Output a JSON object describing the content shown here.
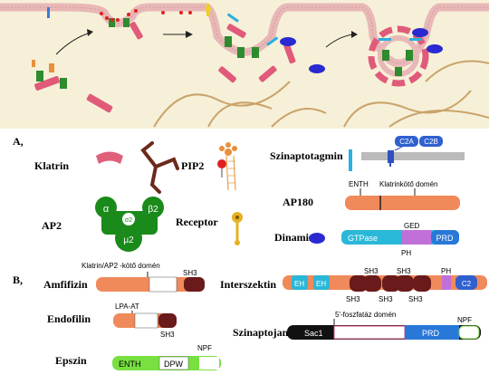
{
  "panel_letters": {
    "a": "A,",
    "b": "B,"
  },
  "legend": {
    "klatrin": "Klatrin",
    "pip2": "PIP2",
    "szinaptotagmin": "Szinaptotagmin",
    "ap2": "AP2",
    "receptor": "Receptor",
    "dinamin": "Dinamin",
    "ap180": "AP180"
  },
  "ap2_subunits": {
    "alpha": "α",
    "beta2": "β2",
    "sigma2": "σ2",
    "mu2": "μ2"
  },
  "domains": {
    "c2a": "C2A",
    "c2b": "C2B",
    "enth": "ENTH",
    "klatrin_koto": "Klatrinkötő domén",
    "gtpase": "GTPase",
    "ged": "GED",
    "ph": "PH",
    "prd": "PRD"
  },
  "proteins": {
    "amfifizin": "Amfifizin",
    "endofilin": "Endofilin",
    "epszin": "Epszin",
    "interszektin": "Interszektin",
    "szinaptojanin": "Szinaptojanin"
  },
  "labels": {
    "amf_domain": "Klatrin/AP2 -kötő domén",
    "sh3": "SH3",
    "lpa_at": "LPA-AT",
    "dpw": "DPW",
    "npf": "NPF",
    "eh": "EH",
    "c2": "C2",
    "phosphatase": "5'-foszfatáz domén",
    "sac1": "Sac1"
  }
}
